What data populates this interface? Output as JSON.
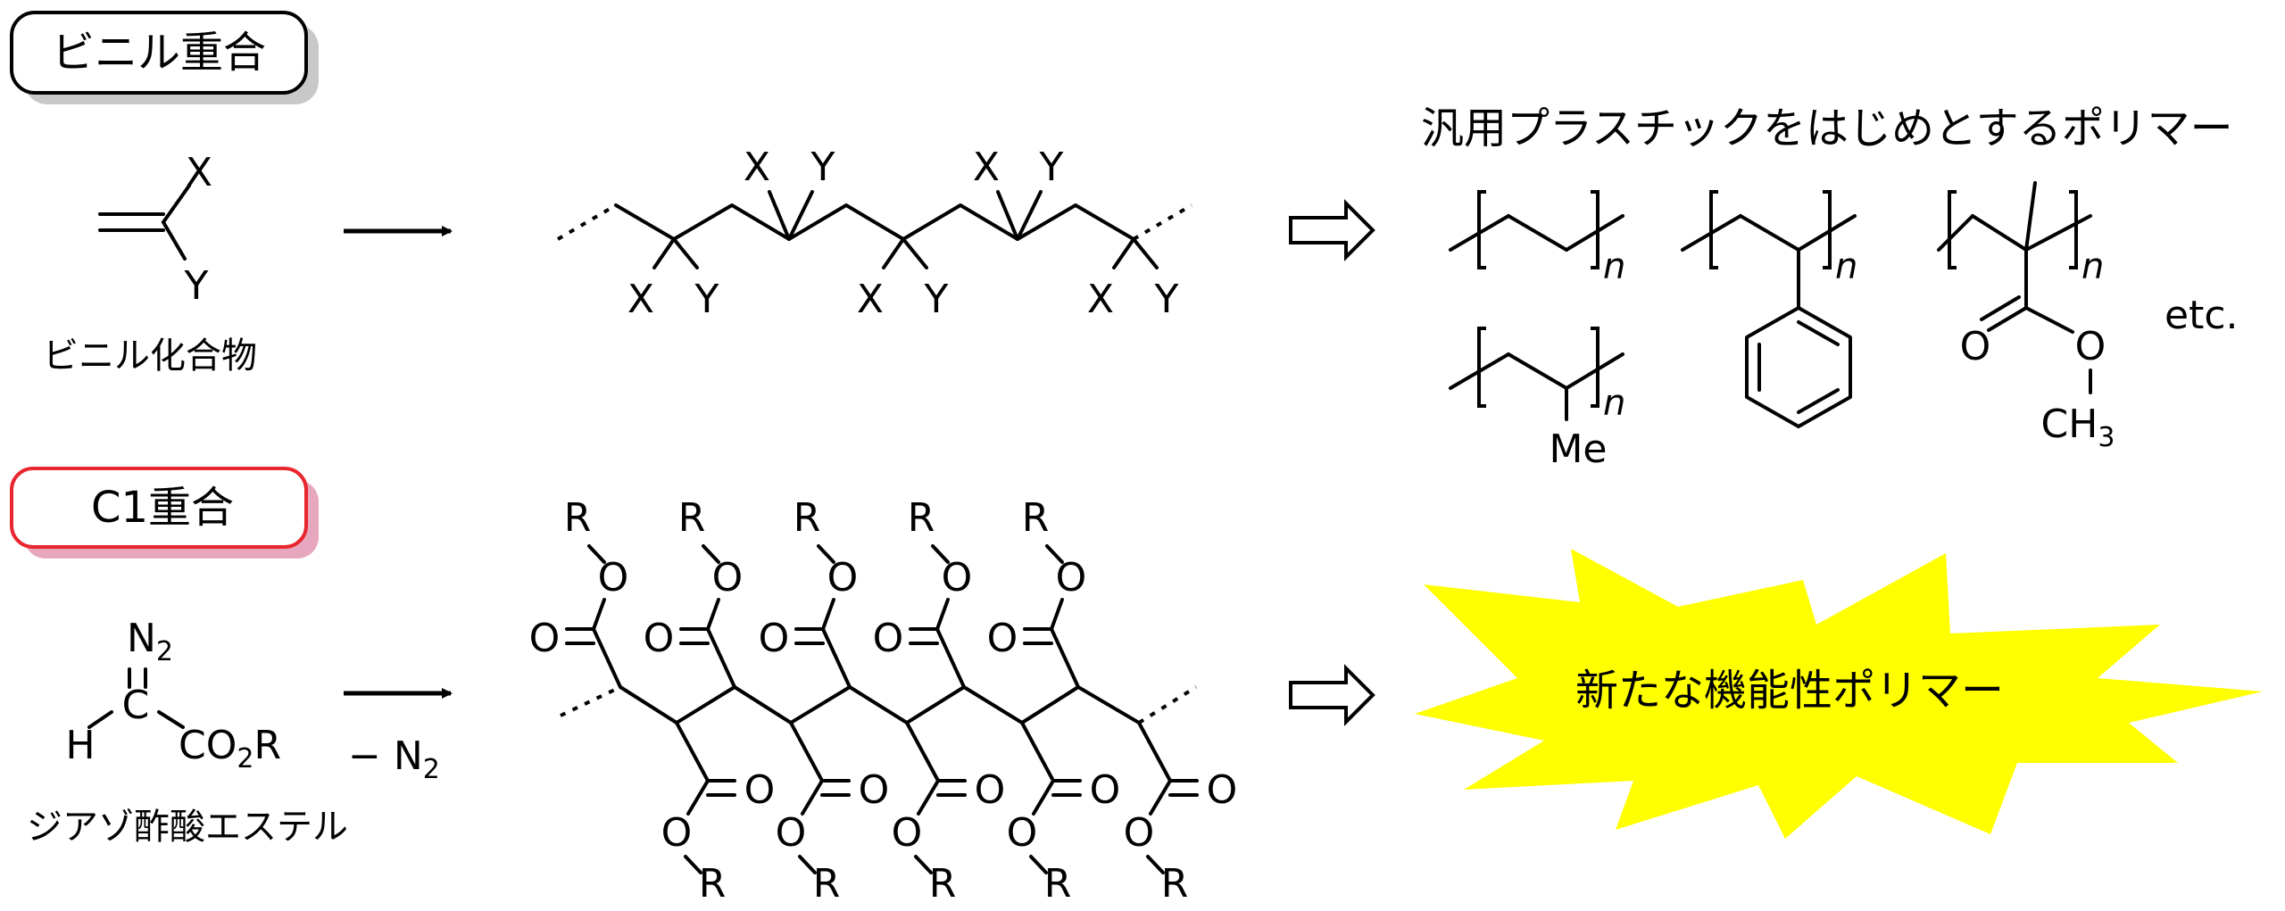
{
  "vinyl_section": {
    "label": "ビニル重合",
    "box_border_color": "#000000",
    "box_shadow_color": "#c8c8c8",
    "monomer_caption": "ビニル化合物",
    "substituent_x": "X",
    "substituent_y": "Y"
  },
  "c1_section": {
    "label": "C1重合",
    "box_border_color": "#e8262e",
    "box_shadow_color": "#e7a8bf",
    "monomer_caption": "ジアゾ酢酸エステル",
    "reagent_n": "N",
    "reagent_n_sub": "2",
    "reagent_h": "H",
    "reagent_c": "C",
    "reagent_co": "CO",
    "reagent_co_sub": "2",
    "reagent_r": "R",
    "byproduct": "− N",
    "byproduct_sub": "2",
    "atom_o": "O",
    "atom_r": "R"
  },
  "polymers_section": {
    "title": "汎用プラスチックをはじめとするポリマー",
    "repeat_index": "n",
    "methyl_label": "Me",
    "ester_o": "O",
    "ester_ch3": "CH",
    "ester_ch3_sub": "3",
    "etc": "etc."
  },
  "new_polymer": {
    "label": "新たな機能性ポリマー",
    "burst_color": "#ffff00"
  }
}
